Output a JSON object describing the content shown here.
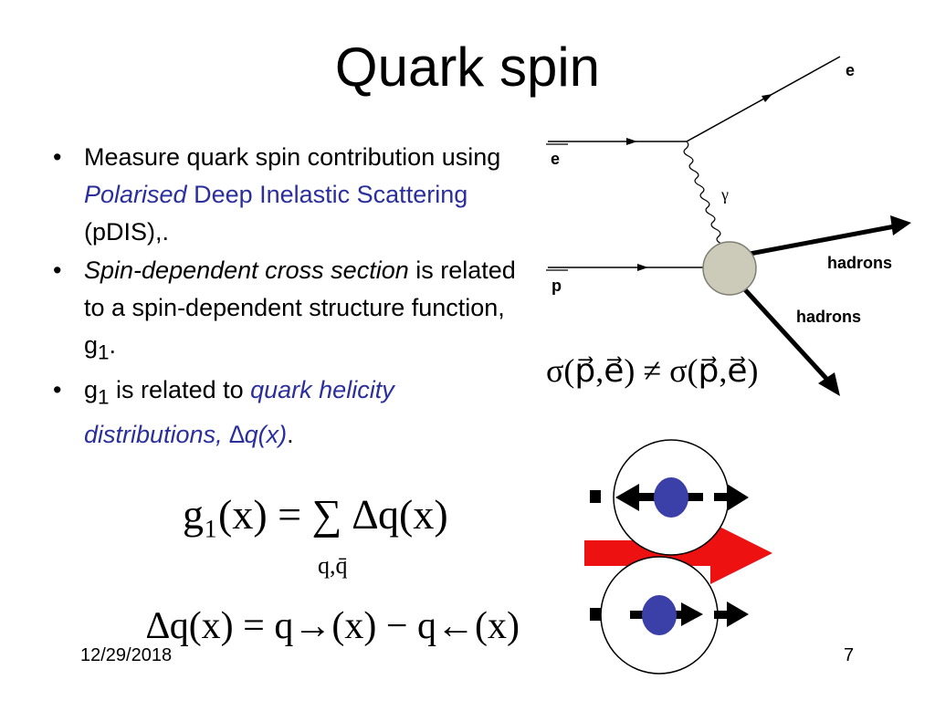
{
  "title": "Quark spin",
  "bullets": [
    {
      "prefix": "Measure quark spin contribution using ",
      "em": "Polarised",
      "rest": " Deep Inelastic Scattering",
      "tail": " (pDIS),."
    },
    {
      "em": "Spin-dependent cross section",
      "rest": " is related to a spin-dependent structure function, g",
      "sub": "1",
      "tail": "."
    },
    {
      "g": "g",
      "sub": "1",
      "mid": " is related to ",
      "em": "quark helicity distributions, ",
      "delta": "∆q(x)",
      "tail": "."
    }
  ],
  "diagram": {
    "electron_out": "e",
    "electron_in": "e",
    "photon": "γ",
    "proton": "p",
    "hadrons_upper": "hadrons",
    "hadrons_lower": "hadrons",
    "colors": {
      "target": "#cccab8",
      "quark": "#3b3fa8",
      "polarization_arrow": "#ee1111"
    },
    "icons": [
      "particle-arrow-icon",
      "wavy-photon-icon",
      "target-blob-icon",
      "spin-arrow-icon"
    ]
  },
  "equations": {
    "cross_section": "σ(p⃗,e⃗) ≠ σ(p⃗,e⃗)",
    "g1": "g₁(x) = ∑ ∆q(x)",
    "g1_sum_index": "q,q̄",
    "delta_q": "∆q(x) = q→(x) − q←(x)"
  },
  "footer": {
    "date": "12/29/2018",
    "page": "7"
  }
}
